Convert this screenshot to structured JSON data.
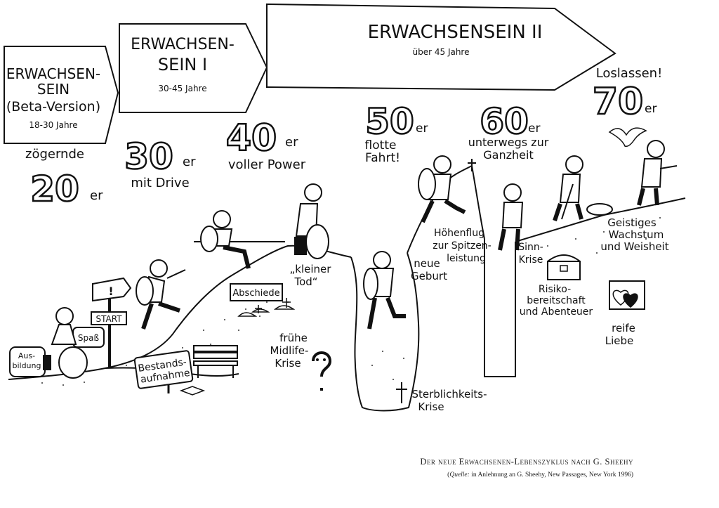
{
  "phases": {
    "beta": {
      "title_1": "ERWACHSEN-",
      "title_2": "SEIN",
      "title_3": "(Beta-Version)",
      "age": "18-30 Jahre"
    },
    "one": {
      "title_1": "ERWACHSEN-",
      "title_2": "SEIN I",
      "age": "30-45 Jahre"
    },
    "two": {
      "title": "ERWACHSENSEIN II",
      "age": "über 45 Jahre"
    }
  },
  "decades": [
    {
      "number": "20",
      "suffix": "er",
      "caption_1": "zögernde",
      "caption_2": ""
    },
    {
      "number": "30",
      "suffix": "er",
      "caption_1": "mit Drive",
      "caption_2": ""
    },
    {
      "number": "40",
      "suffix": "er",
      "caption_1": "voller Power",
      "caption_2": ""
    },
    {
      "number": "50",
      "suffix": "er",
      "caption_1": "flotte",
      "caption_2": "Fahrt!"
    },
    {
      "number": "60",
      "suffix": "er",
      "caption_1": "unterwegs zur",
      "caption_2": "Ganzheit"
    },
    {
      "number": "70",
      "suffix": "er",
      "caption_1": "Loslassen!",
      "caption_2": ""
    }
  ],
  "signs": {
    "ausbildung_1": "Aus-",
    "ausbildung_2": "bildung",
    "spass": "Spaß",
    "start": "START",
    "exclamation": "!",
    "abschiede": "Abschiede",
    "bestand_1": "Bestands-",
    "bestand_2": "aufnahme"
  },
  "milestones": {
    "kleiner_tod_1": "„kleiner",
    "kleiner_tod_2": "Tod“",
    "midlife_1": "frühe",
    "midlife_2": "Midlife-",
    "midlife_3": "Krise",
    "neue_geburt_1": "neue",
    "neue_geburt_2": "Geburt",
    "hoehenflug_1": "Höhenflug",
    "hoehenflug_2": "zur Spitzen-",
    "hoehenflug_3": "leistung",
    "sterblichkeit_1": "Sterblichkeits-",
    "sterblichkeit_2": "Krise",
    "sinnkrise_1": "Sinn-",
    "sinnkrise_2": "Krise",
    "risiko_1": "Risiko-",
    "risiko_2": "bereitschaft",
    "risiko_3": "und Abenteuer",
    "liebe_1": "reife",
    "liebe_2": "Liebe",
    "wachstum_1": "Geistiges",
    "wachstum_2": "Wachstum",
    "wachstum_3": "und Weisheit"
  },
  "caption": {
    "title": "Der neue Erwachsenen-Lebenszyklus nach G. Sheehy",
    "source_label": "Quelle:",
    "source_text": " in Anlehnung an G. Sheehy, New Passages, New York 1996)"
  }
}
